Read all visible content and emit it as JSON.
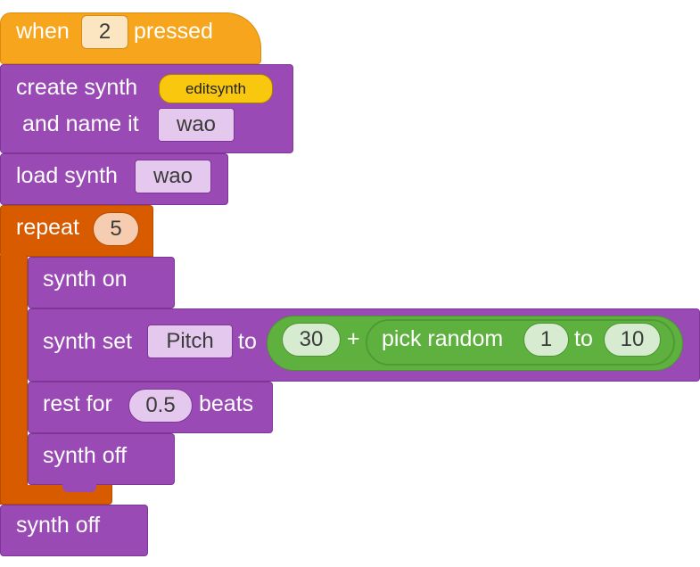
{
  "hat": {
    "when": "when",
    "key": "2",
    "pressed": "pressed"
  },
  "create": {
    "label": "create synth",
    "synth_type": "editsynth",
    "name_label": "and name it",
    "name": "wao"
  },
  "load": {
    "label": "load synth",
    "name": "wao"
  },
  "repeat": {
    "label": "repeat",
    "count": "5"
  },
  "synth_on": {
    "label": "synth on"
  },
  "synth_set": {
    "label": "synth set",
    "param": "Pitch",
    "to": "to",
    "add_left": "30",
    "plus": "+",
    "pick_label": "pick random",
    "pick_from": "1",
    "pick_to_label": "to",
    "pick_to": "10"
  },
  "rest": {
    "label": "rest for",
    "value": "0.5",
    "unit": "beats"
  },
  "synth_off_inner": {
    "label": "synth off"
  },
  "synth_off_outer": {
    "label": "synth off"
  },
  "colors": {
    "event": "#f7a51d",
    "synth": "#9a4ab5",
    "control": "#d95b00",
    "operator": "#5fb13f"
  }
}
